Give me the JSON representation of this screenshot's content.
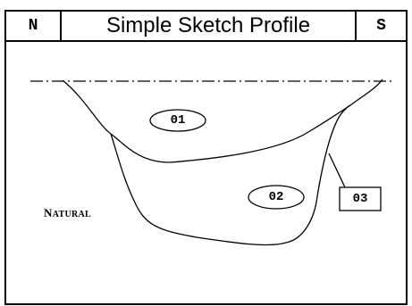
{
  "header": {
    "left": "N",
    "title": "Simple Sketch Profile",
    "right": "S"
  },
  "labels": {
    "zone_01": "01",
    "zone_02": "02",
    "zone_03": "03",
    "natural_first": "N",
    "natural_rest": "ATURAL"
  }
}
